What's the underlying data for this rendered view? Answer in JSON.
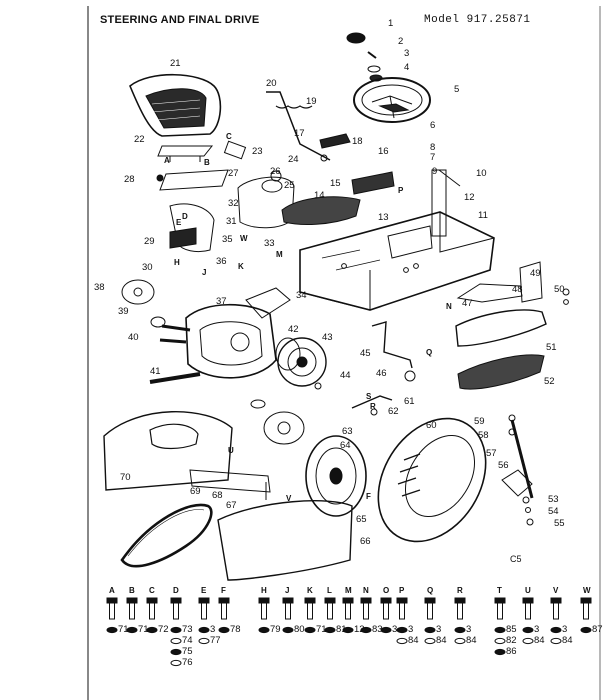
{
  "header": {
    "title": "STEERING AND FINAL DRIVE",
    "model": "Model 917.25871"
  },
  "page_code": "C5",
  "callouts": [
    "1",
    "2",
    "3",
    "4",
    "5",
    "6",
    "7",
    "8",
    "9",
    "10",
    "11",
    "12",
    "13",
    "14",
    "15",
    "16",
    "17",
    "18",
    "19",
    "20",
    "21",
    "22",
    "23",
    "24",
    "25",
    "26",
    "27",
    "28",
    "29",
    "30",
    "31",
    "32",
    "33",
    "34",
    "35",
    "36",
    "37",
    "38",
    "39",
    "40",
    "41",
    "42",
    "43",
    "44",
    "45",
    "46",
    "47",
    "48",
    "49",
    "50",
    "51",
    "52",
    "53",
    "54",
    "55",
    "56",
    "57",
    "58",
    "59",
    "60",
    "61",
    "62",
    "63",
    "64",
    "65",
    "66",
    "67",
    "68",
    "69",
    "70",
    "71",
    "72",
    "73",
    "74",
    "75",
    "76",
    "77",
    "78",
    "79",
    "80",
    "81",
    "82",
    "83",
    "84",
    "85",
    "86",
    "87"
  ],
  "letters": [
    "A",
    "B",
    "C",
    "D",
    "E",
    "F",
    "H",
    "J",
    "K",
    "L",
    "M",
    "N",
    "O",
    "P",
    "Q",
    "R",
    "S",
    "T",
    "U",
    "V",
    "W"
  ],
  "bolts": [
    {
      "letter": "A",
      "nums": [
        "71"
      ]
    },
    {
      "letter": "B",
      "nums": [
        "71"
      ]
    },
    {
      "letter": "C",
      "nums": [
        "72"
      ]
    },
    {
      "letter": "D",
      "nums": [
        "73",
        "74",
        "75",
        "76"
      ]
    },
    {
      "letter": "E",
      "nums": [
        "3",
        "77"
      ]
    },
    {
      "letter": "F",
      "nums": [
        "78"
      ]
    },
    {
      "letter": "H",
      "nums": [
        "79"
      ]
    },
    {
      "letter": "J",
      "nums": [
        "80"
      ]
    },
    {
      "letter": "K",
      "nums": [
        "71"
      ]
    },
    {
      "letter": "L",
      "nums": [
        "81"
      ]
    },
    {
      "letter": "M",
      "nums": [
        "12"
      ]
    },
    {
      "letter": "N",
      "nums": [
        "83"
      ]
    },
    {
      "letter": "O",
      "nums": [
        "3"
      ]
    },
    {
      "letter": "P",
      "nums": [
        "3",
        "84"
      ]
    },
    {
      "letter": "Q",
      "nums": [
        "3",
        "84"
      ]
    },
    {
      "letter": "R",
      "nums": [
        "3",
        "84"
      ]
    },
    {
      "letter": "T",
      "nums": [
        "85",
        "82",
        "86"
      ]
    },
    {
      "letter": "U",
      "nums": [
        "3",
        "84"
      ]
    },
    {
      "letter": "V",
      "nums": [
        "3",
        "84"
      ]
    },
    {
      "letter": "W",
      "nums": [
        "87"
      ]
    }
  ]
}
